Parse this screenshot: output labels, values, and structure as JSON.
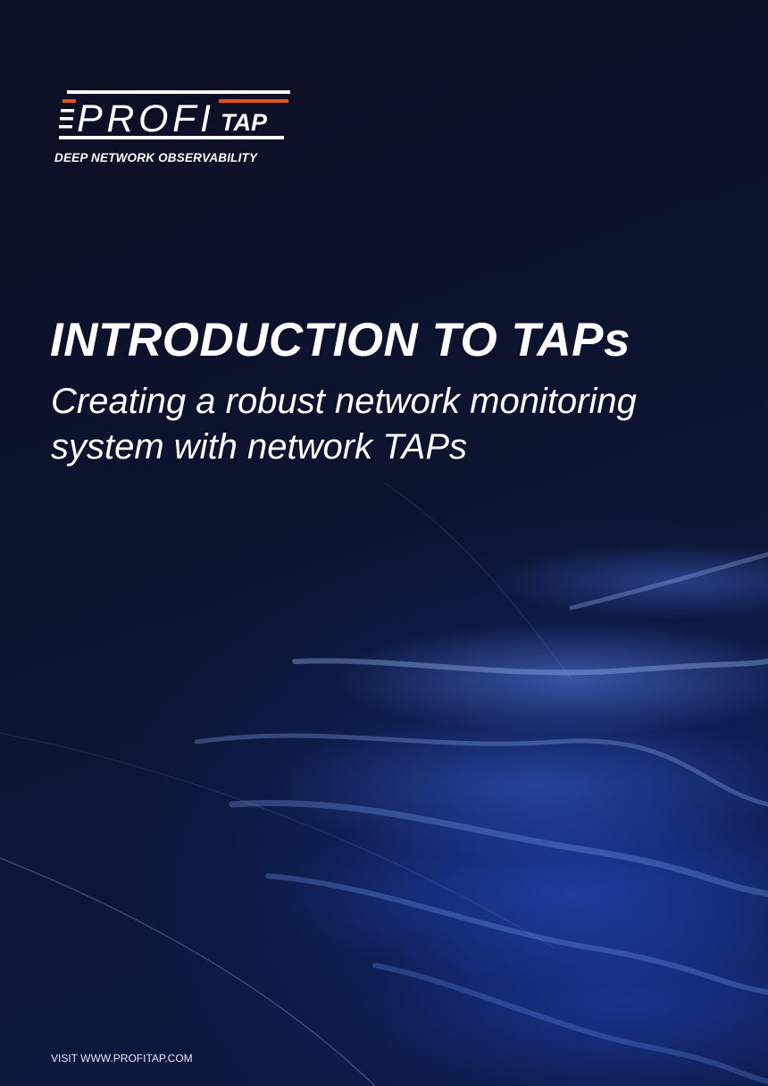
{
  "logo": {
    "brand_left": "PROFI",
    "brand_right": "TAP",
    "tagline": "DEEP NETWORK OBSERVABILITY",
    "accent_color": "#e8501e"
  },
  "title": "INTRODUCTION TO TAPs",
  "subtitle_lines": [
    "Creating a robust network monitoring",
    "system with network TAPs"
  ],
  "footer": "VISIT WWW.PROFITAP.COM"
}
